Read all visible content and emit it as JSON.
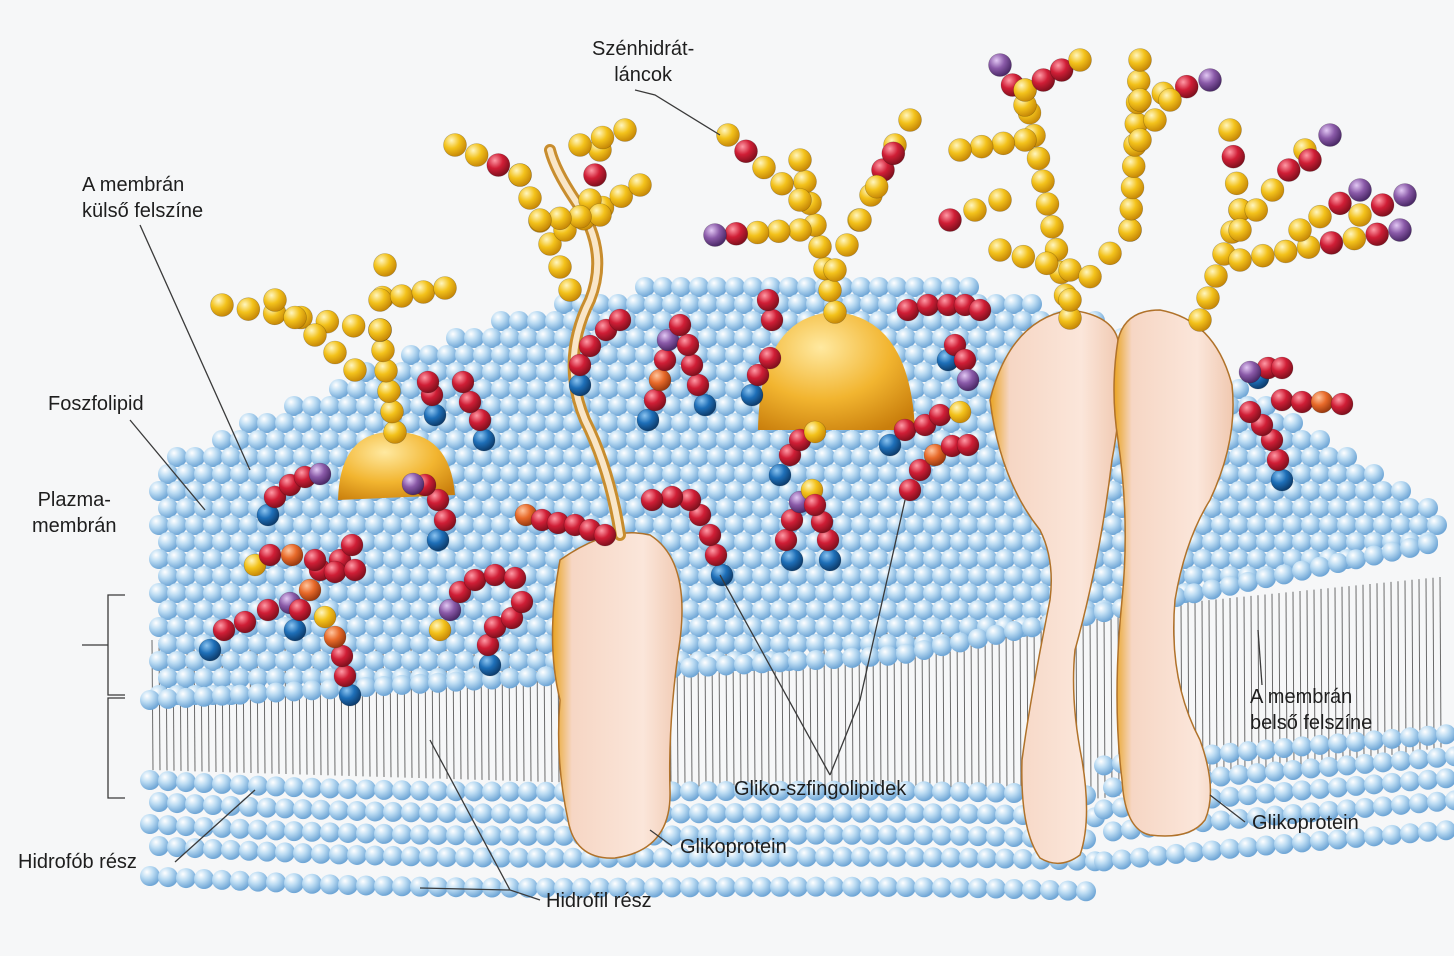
{
  "labels": {
    "carbohydrate_chains": "Szénhidrát-\nláncok",
    "outer_surface": "A membrán\nkülső felszíne",
    "phospholipid": "Foszfolipid",
    "plasma_membrane": "Plazma-\nmembrán",
    "hydrophobic_part": "Hidrofób rész",
    "hydrophilic_part": "Hidrofil rész",
    "glycoprotein_left": "Glikoprotein",
    "glyco_sphingolipids": "Gliko-szfingolipidek",
    "glycoprotein_right": "Glikoprotein",
    "inner_surface": "A membrán\nbelső felszíne"
  },
  "colors": {
    "background": "#f6f7f8",
    "head_groups": "#a9cdea",
    "protein": "#f7dccf",
    "protein_edge": "#e8a21a",
    "sugar_yellow": "#f3c21b",
    "sugar_red": "#d01e36",
    "sugar_purple": "#8a5aa8",
    "sugar_orange": "#e86a2a",
    "lipid_blue": "#1e6fb8"
  }
}
